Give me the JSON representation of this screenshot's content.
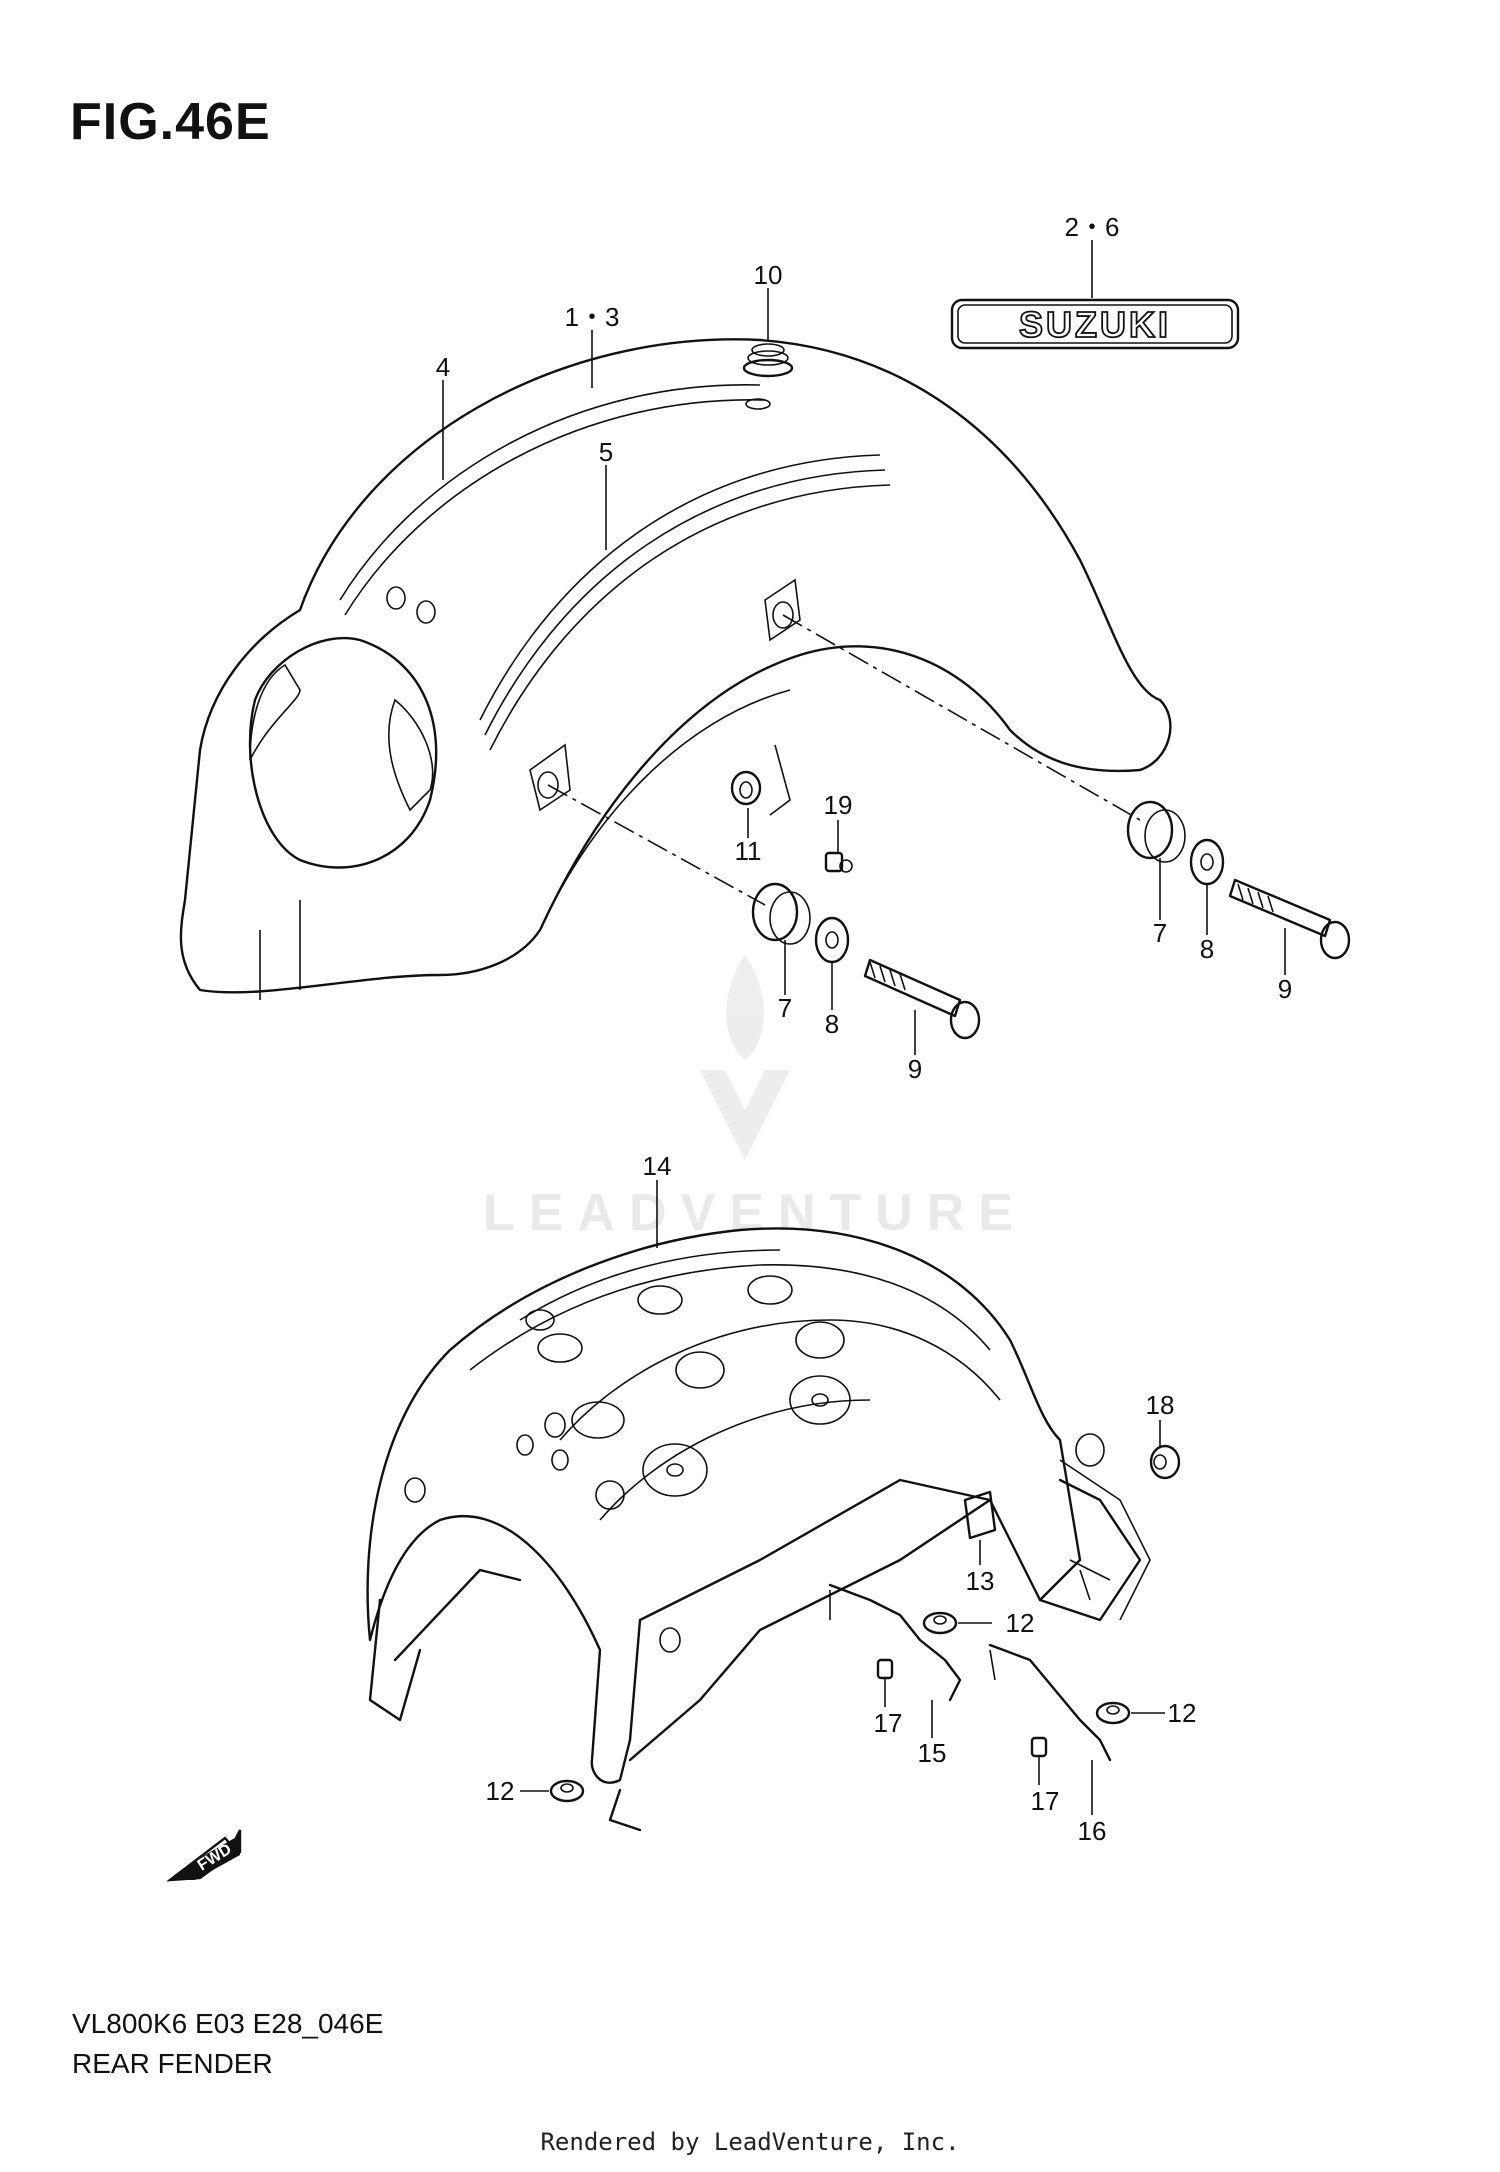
{
  "figure": {
    "title": "FIG.46E",
    "model_code": "VL800K6 E03 E28_046E",
    "section_name": "REAR FENDER",
    "rendered_by": "Rendered by LeadVenture, Inc.",
    "watermark": "LEADVENTURE",
    "emblem_text": "SUZUKI",
    "direction_marker": "FWD"
  },
  "callouts": [
    {
      "id": "c-2-6",
      "label": "2・6"
    },
    {
      "id": "c-1-3",
      "label": "1・3"
    },
    {
      "id": "c-10",
      "label": "10"
    },
    {
      "id": "c-4",
      "label": "4"
    },
    {
      "id": "c-5",
      "label": "5"
    },
    {
      "id": "c-19",
      "label": "19"
    },
    {
      "id": "c-11",
      "label": "11"
    },
    {
      "id": "c-7a",
      "label": "7"
    },
    {
      "id": "c-8a",
      "label": "8"
    },
    {
      "id": "c-9a",
      "label": "9"
    },
    {
      "id": "c-7b",
      "label": "7"
    },
    {
      "id": "c-8b",
      "label": "8"
    },
    {
      "id": "c-9b",
      "label": "9"
    },
    {
      "id": "c-14",
      "label": "14"
    },
    {
      "id": "c-18",
      "label": "18"
    },
    {
      "id": "c-13",
      "label": "13"
    },
    {
      "id": "c-12a",
      "label": "12"
    },
    {
      "id": "c-12b",
      "label": "12"
    },
    {
      "id": "c-12c",
      "label": "12"
    },
    {
      "id": "c-17a",
      "label": "17"
    },
    {
      "id": "c-15",
      "label": "15"
    },
    {
      "id": "c-17b",
      "label": "17"
    },
    {
      "id": "c-16",
      "label": "16"
    }
  ],
  "icons": {
    "emblem": "suzuki-emblem-icon",
    "fwd": "fwd-arrow-icon",
    "watermark": "leadventure-logo-icon"
  }
}
